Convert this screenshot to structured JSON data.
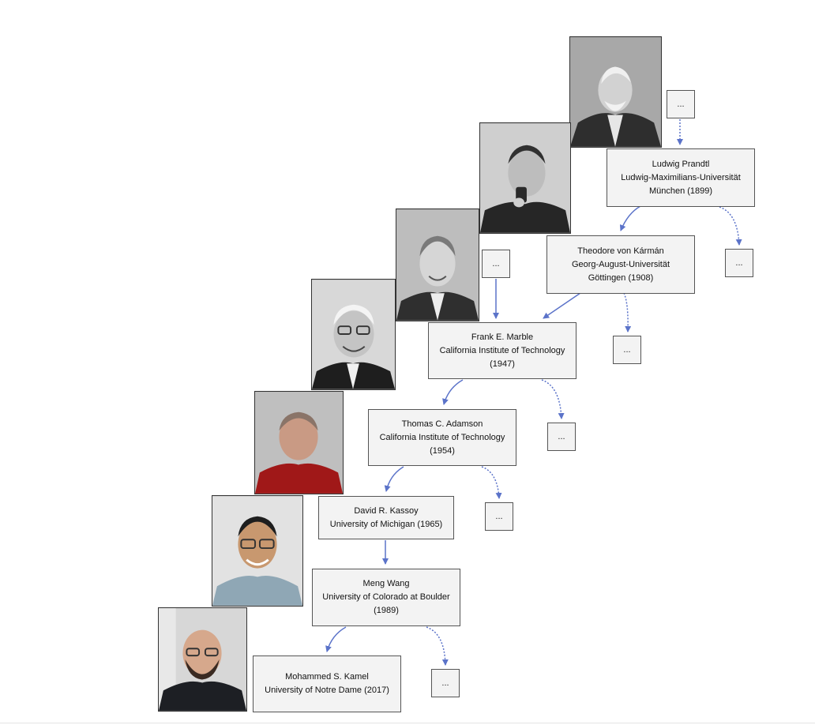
{
  "diagram": {
    "people": [
      {
        "id": "prandtl",
        "name": "Ludwig Prandtl",
        "institution": "Ludwig-Maximilians-Universität München",
        "year": "(1899)"
      },
      {
        "id": "karman",
        "name": "Theodore von Kármán",
        "institution": "Georg-August-Universität Göttingen",
        "year": "(1908)"
      },
      {
        "id": "marble",
        "name": "Frank E. Marble",
        "institution": "California Institute of Technology",
        "year": "(1947)"
      },
      {
        "id": "adamson",
        "name": "Thomas C. Adamson",
        "institution": "California Institute of Technology",
        "year": "(1954)"
      },
      {
        "id": "kassoy",
        "name": "David R. Kassoy",
        "institution": "University of Michigan",
        "year": "(1965)"
      },
      {
        "id": "wang",
        "name": "Meng Wang",
        "institution": "University of Colorado at Boulder",
        "year": "(1989)"
      },
      {
        "id": "kamel",
        "name": "Mohammed S. Kamel",
        "institution": "University of Notre Dame",
        "year": "(2017)"
      }
    ],
    "more_label": "...",
    "colors": {
      "arrow": "#5b73c9",
      "box_fill": "#f3f3f3",
      "box_border": "#555555"
    }
  }
}
